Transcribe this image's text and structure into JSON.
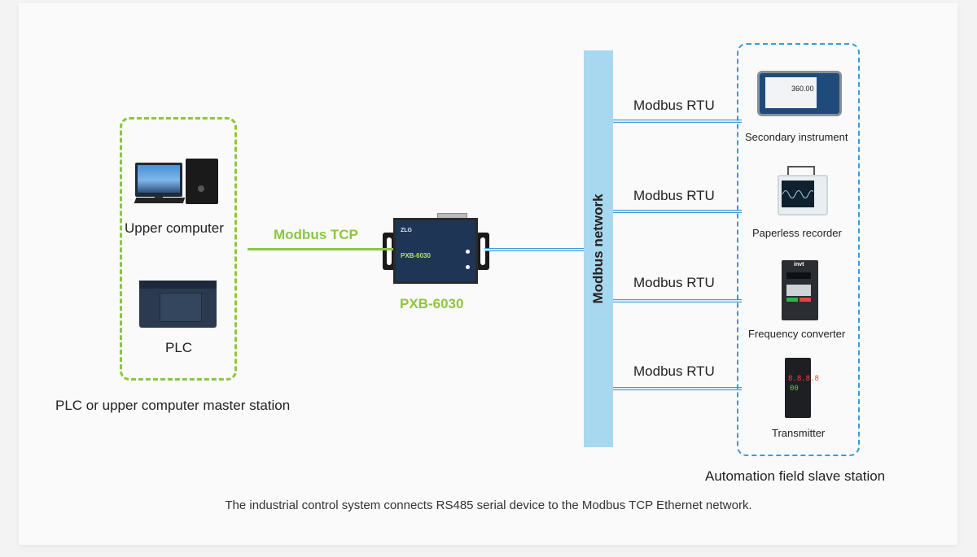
{
  "diagram": {
    "caption": "The industrial control system connects RS485 serial device to the Modbus TCP Ethernet network.",
    "colors": {
      "tcp_green": "#8cc63f",
      "rtu_blue": "#3a9ad9",
      "bus_light_blue": "#a8d8f0",
      "card_bg": "#fafafa",
      "page_bg": "#f3f3f3"
    },
    "master_station": {
      "group_label": "PLC or upper computer master station",
      "devices": [
        {
          "label": "Upper computer",
          "icon": "desktop-computer-icon"
        },
        {
          "label": "PLC",
          "icon": "plc-icon"
        }
      ]
    },
    "link_tcp": {
      "label": "Modbus TCP"
    },
    "gateway": {
      "label": "PXB-6030",
      "brand": "ZLG",
      "model_print": "PXB-6030",
      "icon": "gateway-device-icon"
    },
    "bus": {
      "label": "Modbus network"
    },
    "slave_station": {
      "group_label": "Automation field slave station",
      "devices": [
        {
          "label": "Secondary instrument",
          "link_label": "Modbus RTU",
          "icon": "weighing-instrument-icon",
          "display_value": "360.00"
        },
        {
          "label": "Paperless recorder",
          "link_label": "Modbus RTU",
          "icon": "paperless-recorder-icon"
        },
        {
          "label": "Frequency converter",
          "link_label": "Modbus RTU",
          "icon": "frequency-converter-icon",
          "brand": "invt"
        },
        {
          "label": "Transmitter",
          "link_label": "Modbus RTU",
          "icon": "transmitter-icon",
          "display_red": "8.8.8.8",
          "display_green": "00"
        }
      ]
    }
  }
}
